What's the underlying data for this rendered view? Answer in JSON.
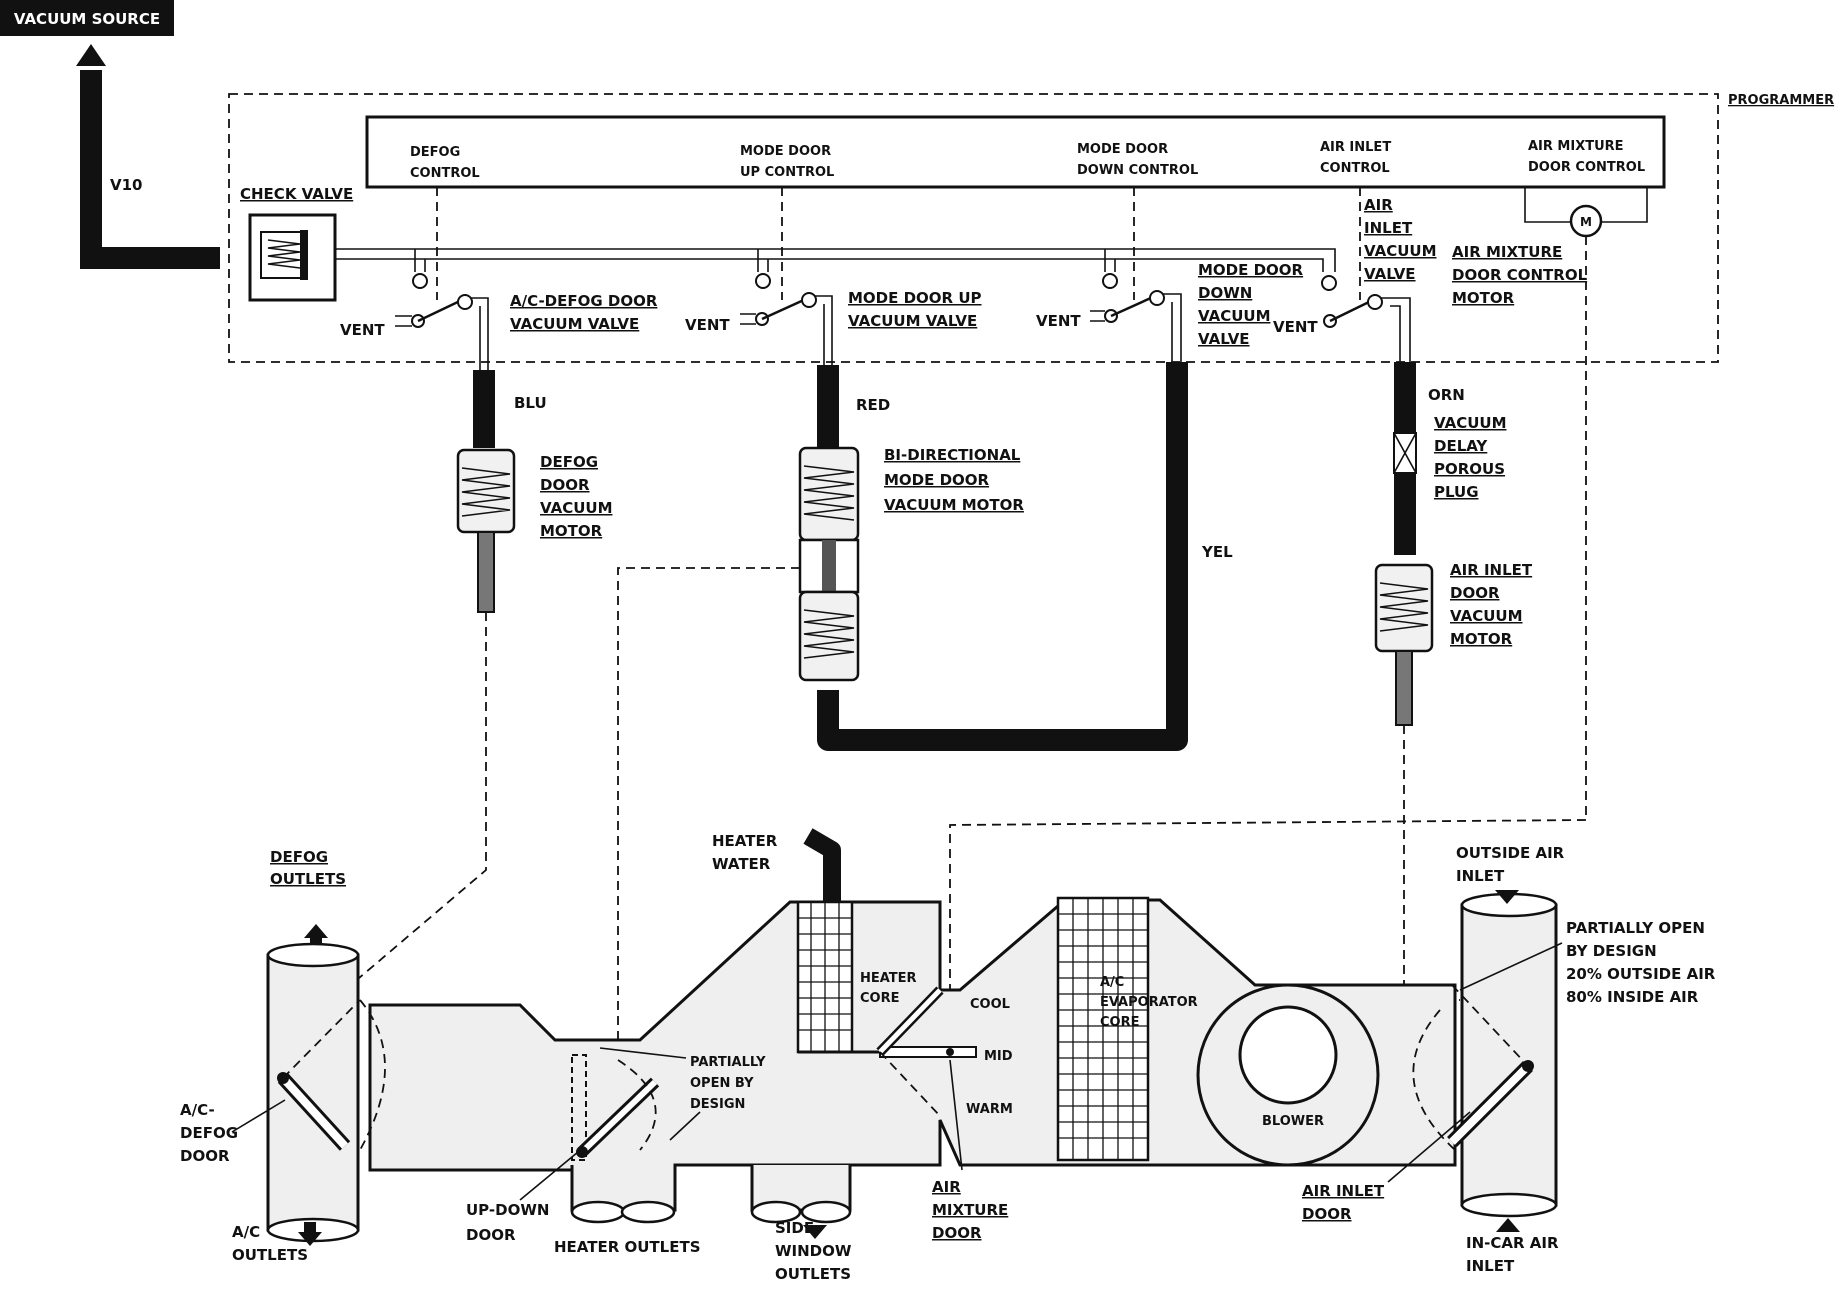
{
  "vacuum_source": "VACUUM SOURCE",
  "v10": "V10",
  "programmer": "PROGRAMMER",
  "check_valve": "CHECK VALVE",
  "controls": {
    "defog_1": "DEFOG",
    "defog_2": "CONTROL",
    "mode_up_1": "MODE DOOR",
    "mode_up_2": "UP CONTROL",
    "mode_down_1": "MODE DOOR",
    "mode_down_2": "DOWN CONTROL",
    "air_inlet_1": "AIR INLET",
    "air_inlet_2": "CONTROL",
    "air_mix_1": "AIR MIXTURE",
    "air_mix_2": "DOOR CONTROL"
  },
  "motor_symbol": "M",
  "vent": "VENT",
  "valves": {
    "acdefog_1": "A/C-DEFOG DOOR",
    "acdefog_2": "VACUUM VALVE",
    "modeup_1": "MODE DOOR UP",
    "modeup_2": "VACUUM VALVE",
    "modedown_1": "MODE DOOR",
    "modedown_2": "DOWN",
    "modedown_3": "VACUUM",
    "modedown_4": "VALVE",
    "airinlet_1": "AIR",
    "airinlet_2": "INLET",
    "airinlet_3": "VACUUM",
    "airinlet_4": "VALVE",
    "airmix_1": "AIR MIXTURE",
    "airmix_2": "DOOR CONTROL",
    "airmix_3": "MOTOR"
  },
  "hoses": {
    "blu": "BLU",
    "red": "RED",
    "yel": "YEL",
    "orn": "ORN"
  },
  "motors": {
    "defog_1": "DEFOG",
    "defog_2": "DOOR",
    "defog_3": "VACUUM",
    "defog_4": "MOTOR",
    "bidir_1": "BI-DIRECTIONAL",
    "bidir_2": "MODE DOOR",
    "bidir_3": "VACUUM MOTOR",
    "delay_1": "VACUUM",
    "delay_2": "DELAY",
    "delay_3": "POROUS",
    "delay_4": "PLUG",
    "airinlet_1": "AIR INLET",
    "airinlet_2": "DOOR",
    "airinlet_3": "VACUUM",
    "airinlet_4": "MOTOR"
  },
  "case": {
    "defog_outlets_1": "DEFOG",
    "defog_outlets_2": "OUTLETS",
    "acdefog_door_1": "A/C-",
    "acdefog_door_2": "DEFOG",
    "acdefog_door_3": "DOOR",
    "ac_outlets_1": "A/C",
    "ac_outlets_2": "OUTLETS",
    "updown_1": "UP-DOWN",
    "updown_2": "DOOR",
    "heater_outlets": "HEATER OUTLETS",
    "side_1": "SIDE",
    "side_2": "WINDOW",
    "side_3": "OUTLETS",
    "partially_1": "PARTIALLY",
    "partially_2": "OPEN BY",
    "partially_3": "DESIGN",
    "heater_water_1": "HEATER",
    "heater_water_2": "WATER",
    "heater_core_1": "HEATER",
    "heater_core_2": "CORE",
    "cool": "COOL",
    "mid": "MID",
    "warm": "WARM",
    "airmixdoor_1": "AIR",
    "airmixdoor_2": "MIXTURE",
    "airmixdoor_3": "DOOR",
    "evap_1": "A/C",
    "evap_2": "EVAPORATOR",
    "evap_3": "CORE",
    "blower": "BLOWER",
    "outside_1": "OUTSIDE AIR",
    "outside_2": "INLET",
    "popen_1": "PARTIALLY OPEN",
    "popen_2": "BY DESIGN",
    "popen_3": "20% OUTSIDE AIR",
    "popen_4": "80% INSIDE AIR",
    "airinletdoor_1": "AIR INLET",
    "airinletdoor_2": "DOOR",
    "incar_1": "IN-CAR AIR",
    "incar_2": "INLET"
  }
}
